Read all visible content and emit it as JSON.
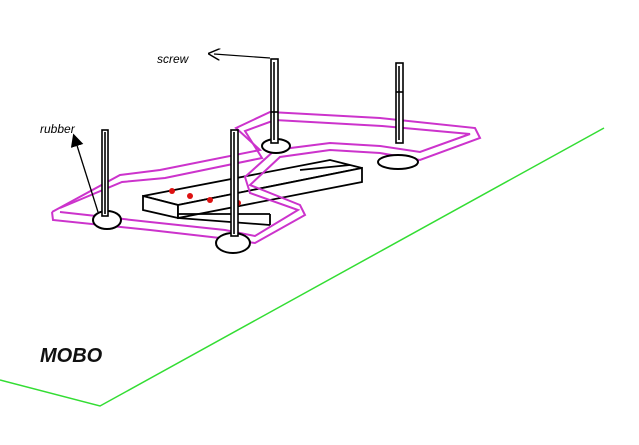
{
  "labels": {
    "screw": "screw",
    "rubber": "rubber",
    "mobo": "MOBO"
  },
  "colors": {
    "board_outline": "#33dd33",
    "bracket": "#cc33cc",
    "ink": "#000000",
    "dots": "#dd1111",
    "background": "#ffffff"
  }
}
